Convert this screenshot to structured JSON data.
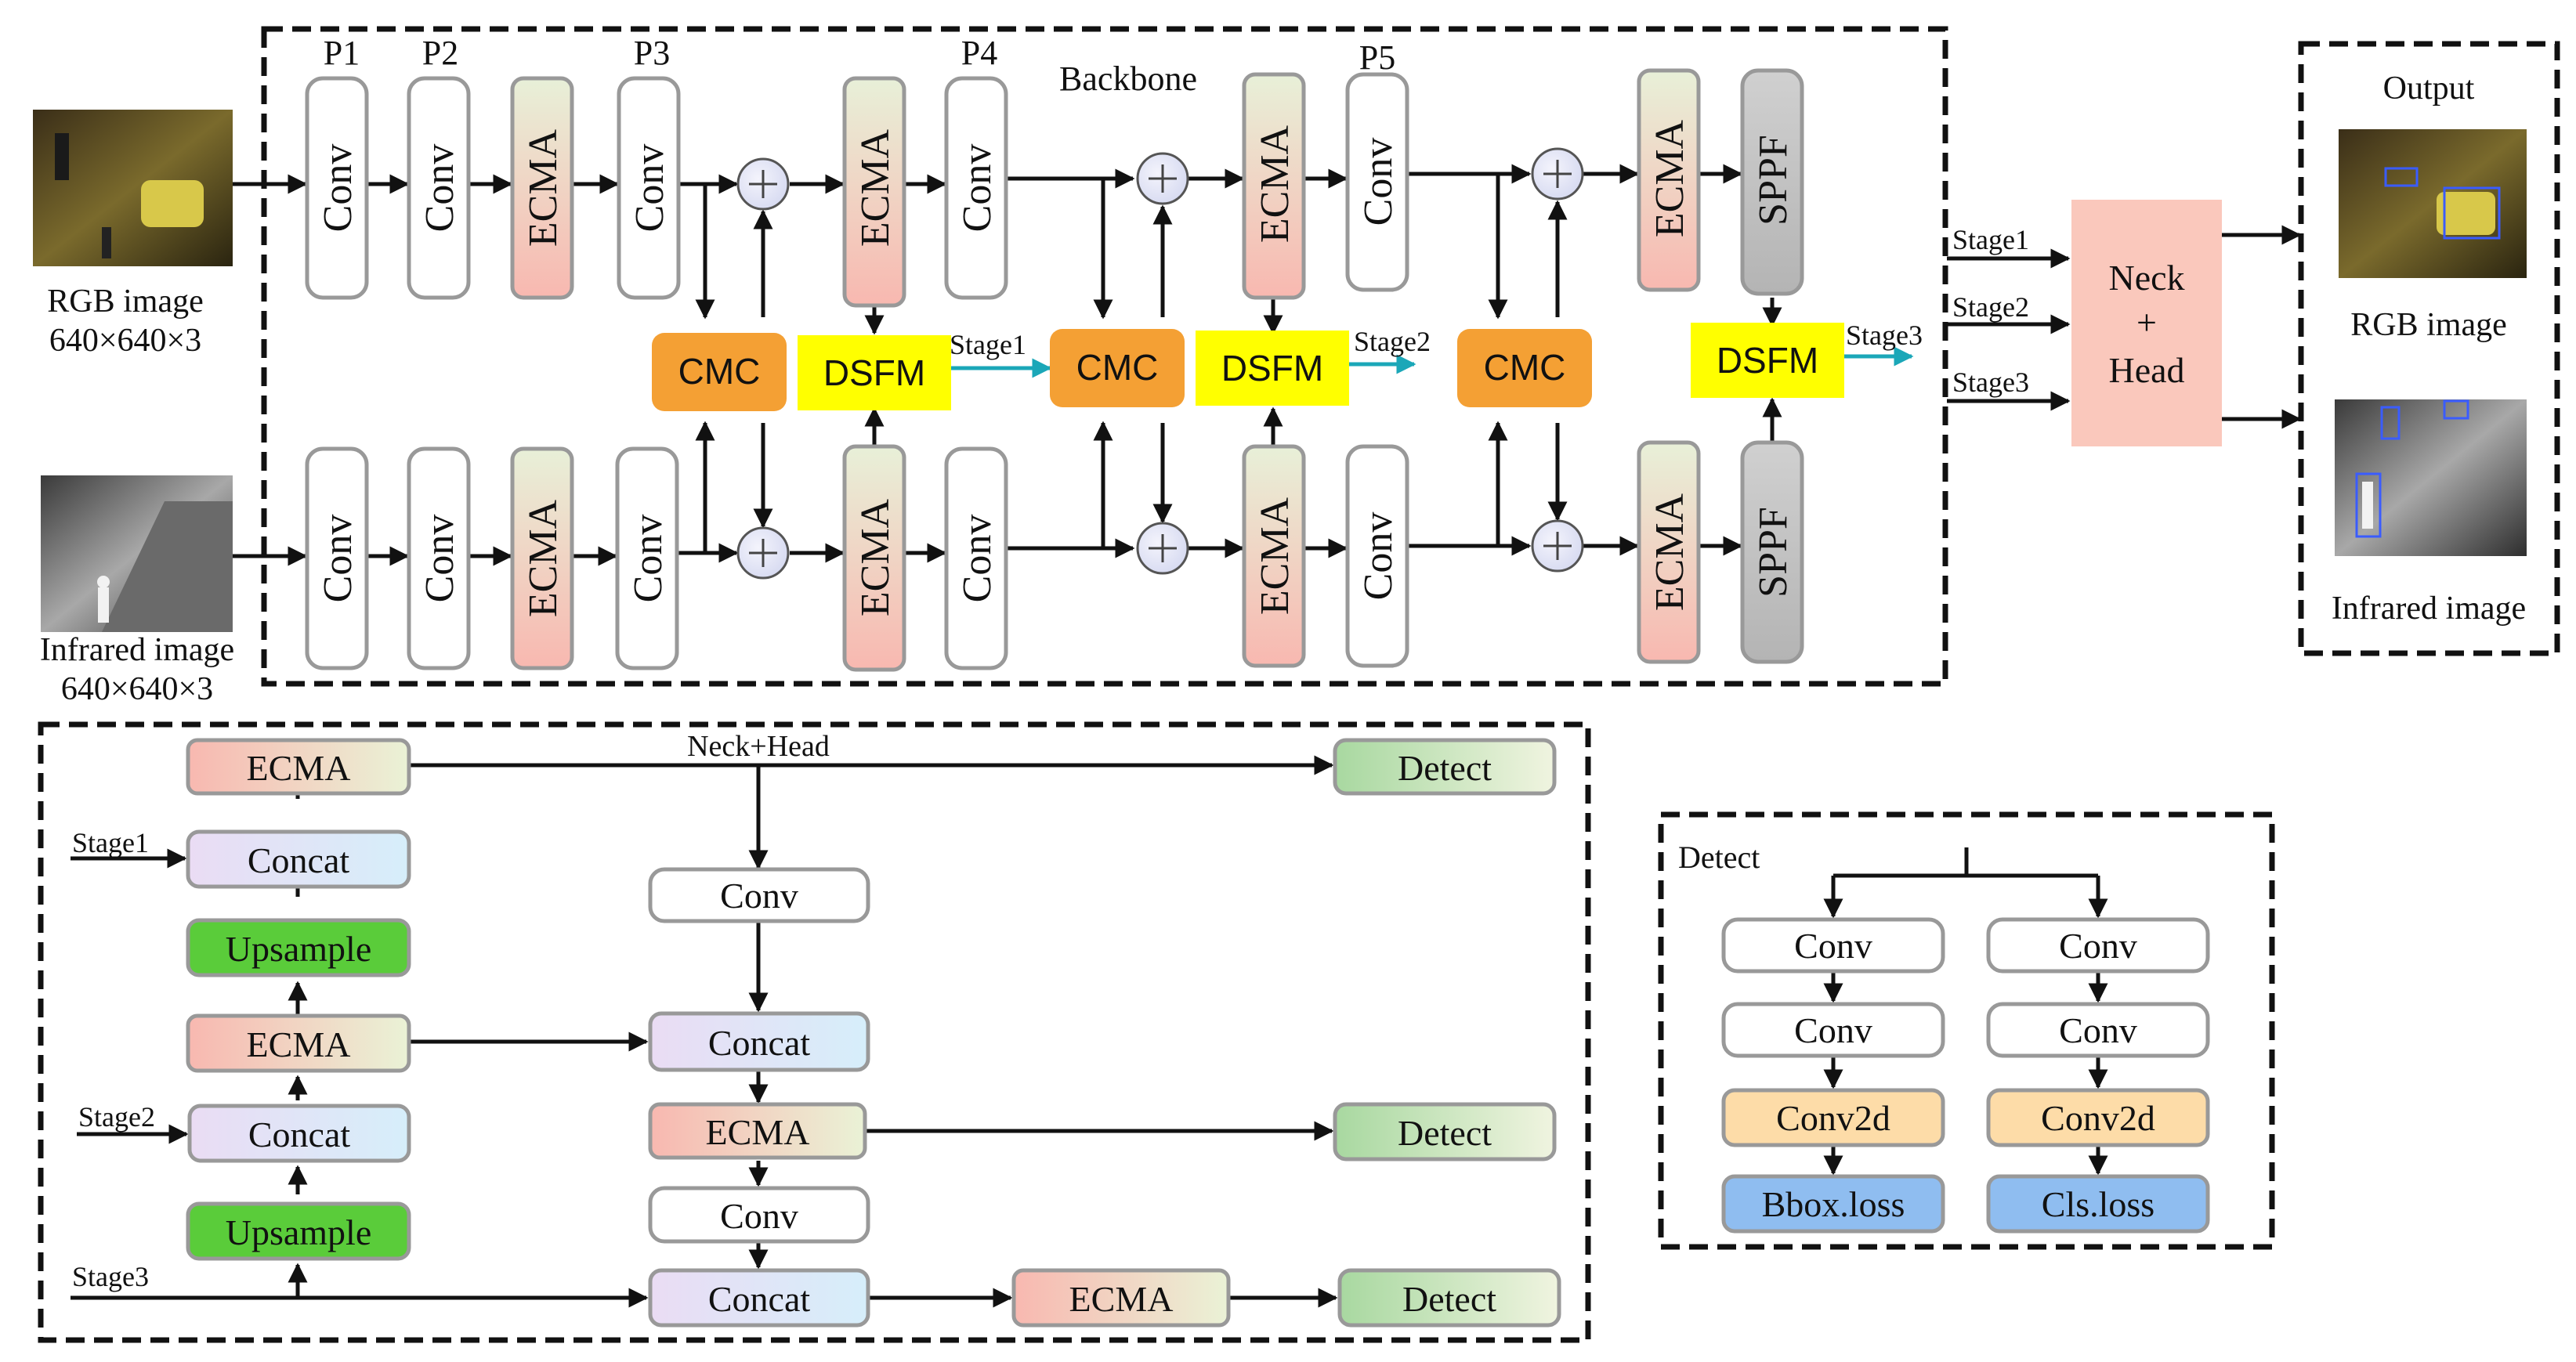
{
  "backbone": {
    "title": "Backbone",
    "stage_labels": [
      "P1",
      "P2",
      "P3",
      "P4",
      "P5"
    ],
    "blocks": {
      "conv": "Conv",
      "ecma": "ECMA",
      "cmc": "CMC",
      "dsfm": "DSFM",
      "sppf": "SPPF"
    },
    "outputs": [
      "Stage1",
      "Stage2",
      "Stage3"
    ]
  },
  "inputs": {
    "rgb_label": "RGB image",
    "rgb_size": "640×640×3",
    "ir_label": "Infrared image",
    "ir_size": "640×640×3"
  },
  "neck_head_box": {
    "line1": "Neck",
    "line2": "+",
    "line3": "Head",
    "inputs": [
      "Stage1",
      "Stage2",
      "Stage3"
    ]
  },
  "output_panel": {
    "title": "Output",
    "rgb_label": "RGB image",
    "ir_label": "Infrared image"
  },
  "neck_head_panel": {
    "title": "Neck+Head",
    "blocks": {
      "ecma": "ECMA",
      "concat": "Concat",
      "upsample": "Upsample",
      "conv": "Conv",
      "detect": "Detect"
    },
    "inputs": [
      "Stage1",
      "Stage2",
      "Stage3"
    ]
  },
  "detect_panel": {
    "title": "Detect",
    "left_branch": [
      "Conv",
      "Conv",
      "Conv2d",
      "Bbox.loss"
    ],
    "right_branch": [
      "Conv",
      "Conv",
      "Conv2d",
      "Cls.loss"
    ]
  },
  "colors": {
    "cmc": "#F4A034",
    "dsfm": "#FFFF00",
    "sppf": "#C8C8C8",
    "neck_head": "#FAC8BC",
    "upsample": "#5ACC3A",
    "conv2d": "#FDDCA8",
    "loss": "#8FBDF0",
    "stage_arrow": "#1BA7B8"
  }
}
